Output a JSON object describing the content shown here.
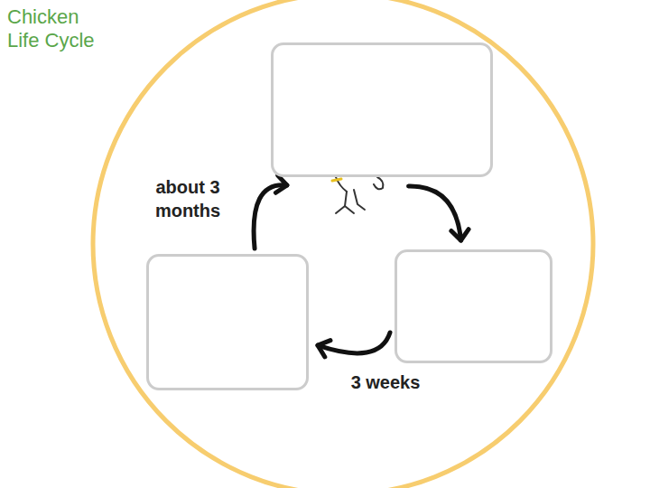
{
  "diagram": {
    "title": "Chicken Life Cycle",
    "nodes": [
      {
        "text": []
      },
      {
        "text": []
      },
      {
        "text": []
      }
    ],
    "edges": [
      {
        "from": 0,
        "to": 1,
        "arrow": "to"
      },
      {
        "from": 1,
        "to": 2,
        "label": "3 weeks",
        "arrow": "to"
      },
      {
        "from": 2,
        "to": 0,
        "label": "about 3 months",
        "arrow": "to"
      }
    ]
  }
}
